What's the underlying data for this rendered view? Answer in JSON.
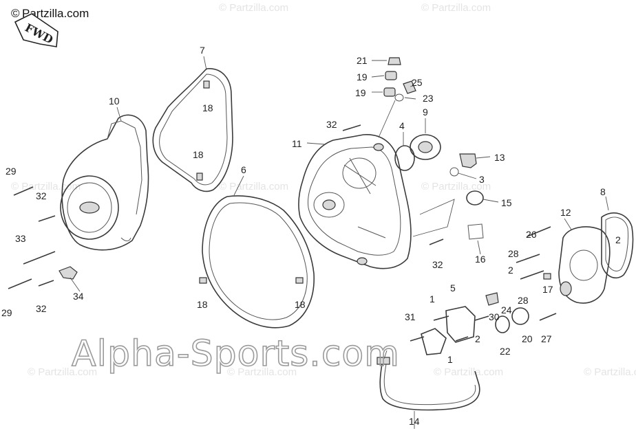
{
  "brand": {
    "copyright_mark": "©",
    "name": "Partzilla.com"
  },
  "direction_marker": {
    "text": "FWD"
  },
  "watermark": {
    "text": "Alpha-Sports.com"
  },
  "background_watermarks": [
    "© Partzilla.com",
    "© Partzilla.com",
    "© Partzilla.com",
    "© Partzilla.com",
    "© Partzilla.com",
    "© Partzilla.com",
    "© Partzilla.com",
    "© Partzilla.com",
    "© Partzilla.com"
  ],
  "callouts": [
    "21",
    "19",
    "25",
    "19",
    "23",
    "7",
    "10",
    "18",
    "32",
    "9",
    "4",
    "11",
    "13",
    "18",
    "6",
    "3",
    "29",
    "15",
    "8",
    "32",
    "12",
    "2",
    "26",
    "33",
    "28",
    "16",
    "32",
    "2",
    "17",
    "34",
    "5",
    "28",
    "18",
    "18",
    "1",
    "24",
    "29",
    "32",
    "31",
    "30",
    "20",
    "27",
    "2",
    "22",
    "1",
    "14"
  ]
}
